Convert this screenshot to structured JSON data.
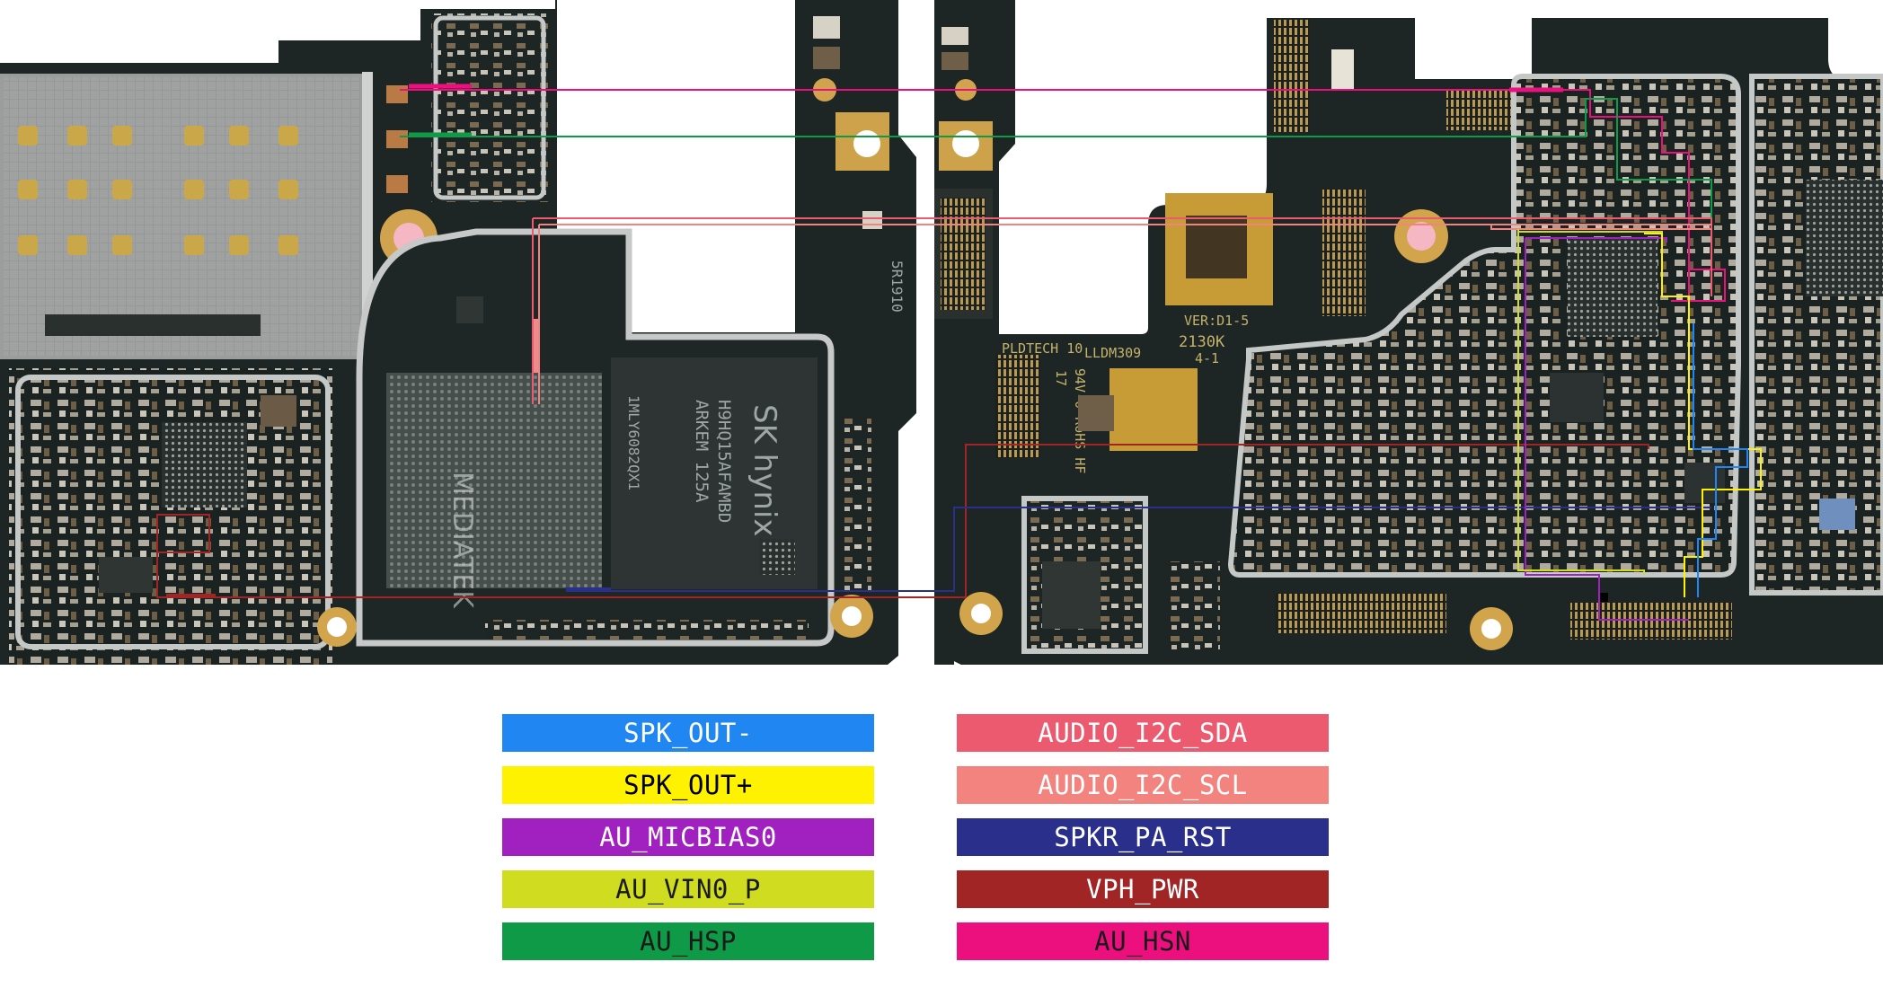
{
  "board": {
    "left_silkscreen": {
      "soc_marking": "MEDIATEK",
      "memory_brand": "SK hynix",
      "memory_lines": [
        "H9HQ15AFAMBD",
        "ARKEM 125A"
      ],
      "memory_code": "1MLY6082QX1",
      "side_code": "5R1910"
    },
    "right_silkscreen": {
      "version": "VER:D1-5",
      "date_code": "2130K",
      "revision": "4-1",
      "vendor": "PLDTECH 10",
      "model": "LLDM309",
      "rating": "94V-0 RoHS HF",
      "rating_num": "17"
    }
  },
  "legend": [
    {
      "label": "SPK_OUT-",
      "color": "#1f86f2",
      "text_color": "#ffffff"
    },
    {
      "label": "AUDIO_I2C_SDA",
      "color": "#eb5a6e",
      "text_color": "#ffffff"
    },
    {
      "label": "SPK_OUT+",
      "color": "#fff200",
      "text_color": "#000000"
    },
    {
      "label": "AUDIO_I2C_SCL",
      "color": "#f2837f",
      "text_color": "#ffffff"
    },
    {
      "label": "AU_MICBIAS0",
      "color": "#a020c0",
      "text_color": "#ffffff"
    },
    {
      "label": "SPKR_PA_RST",
      "color": "#2a2f8c",
      "text_color": "#ffffff"
    },
    {
      "label": "AU_VIN0_P",
      "color": "#cfdc1f",
      "text_color": "#1a1a1a"
    },
    {
      "label": "VPH_PWR",
      "color": "#a12525",
      "text_color": "#ffffff"
    },
    {
      "label": "AU_HSP",
      "color": "#0e9a46",
      "text_color": "#1a1a1a"
    },
    {
      "label": "AU_HSN",
      "color": "#ec107f",
      "text_color": "#1a1a1a"
    }
  ]
}
